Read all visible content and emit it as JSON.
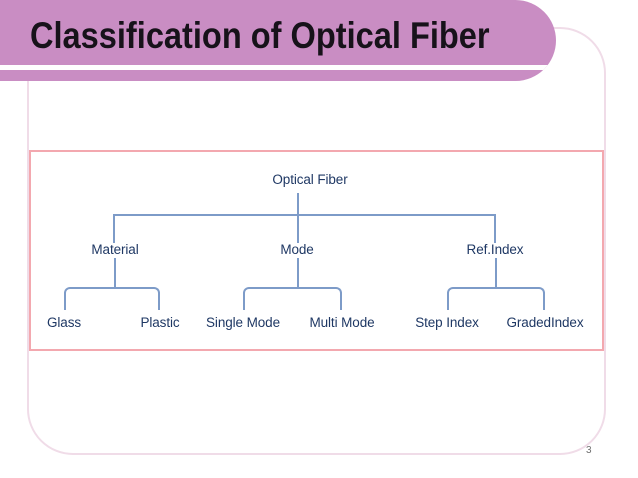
{
  "slide": {
    "title": "Classification of Optical Fiber",
    "page_number": "3",
    "background_color": "#ffffff"
  },
  "title_banner": {
    "fill_color": "#c98dc3",
    "text_color": "#17121a",
    "divider_color": "#ffffff"
  },
  "content_frame": {
    "border_color": "#f0dce8"
  },
  "diagram": {
    "type": "tree",
    "border_color": "#f3a8af",
    "line_color": "#7d9bc8",
    "text_color": "#1f3864",
    "root": "Optical Fiber",
    "branches": [
      {
        "label": "Material",
        "children": [
          "Glass",
          "Plastic"
        ]
      },
      {
        "label": "Mode",
        "children": [
          "Single Mode",
          "Multi Mode"
        ]
      },
      {
        "label": "Ref.Index",
        "children": [
          "Step Index",
          "GradedIndex"
        ]
      }
    ]
  }
}
